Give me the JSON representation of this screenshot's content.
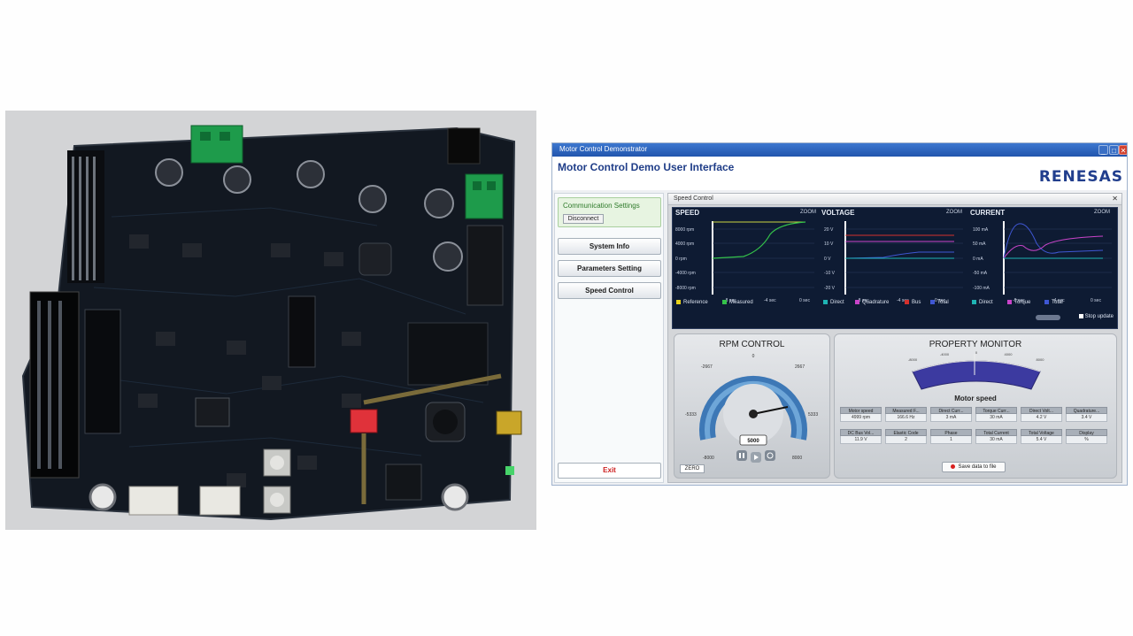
{
  "window": {
    "title": "Motor Control Demonstrator",
    "app_title": "Motor Control Demo User Interface",
    "logo": "RENESAS",
    "controls": {
      "minimize": "_",
      "maximize": "□",
      "close": "✕"
    }
  },
  "sidebar": {
    "comm_label": "Communication Settings",
    "disconnect": "Disconnect",
    "items": [
      {
        "label": "System Info"
      },
      {
        "label": "Parameters Setting"
      },
      {
        "label": "Speed Control"
      }
    ],
    "exit": "Exit"
  },
  "panel": {
    "title": "Speed Control",
    "close": "✕"
  },
  "charts": {
    "speed": {
      "title": "SPEED",
      "zoom": "ZOOM",
      "yticks": [
        "8000 rpm",
        "4000 rpm",
        "0 rpm",
        "-4000 rpm",
        "-8000 rpm"
      ],
      "xticks": [
        "-8 sec",
        "-4 sec",
        "0 sec"
      ],
      "legend": [
        "Reference",
        "Measured"
      ],
      "legend_colors": [
        "#e8d21a",
        "#34c24a"
      ]
    },
    "voltage": {
      "title": "VOLTAGE",
      "zoom": "ZOOM",
      "yticks": [
        "20 V",
        "10 V",
        "0 V",
        "-10 V",
        "-20 V"
      ],
      "xticks": [
        "-8 sec",
        "-4 sec",
        "0 sec"
      ],
      "legend": [
        "Direct",
        "Quadrature",
        "Bus",
        "Total"
      ],
      "legend_colors": [
        "#1fb4b4",
        "#c944c9",
        "#d4302c",
        "#3f57d4"
      ]
    },
    "current": {
      "title": "CURRENT",
      "zoom": "ZOOM",
      "yticks": [
        "100 mA",
        "50 mA",
        "0 mA",
        "-50 mA",
        "-100 mA"
      ],
      "xticks": [
        "-8 sec",
        "-4 sec",
        "0 sec"
      ],
      "legend": [
        "Direct",
        "Torque",
        "Total"
      ],
      "legend_colors": [
        "#1fb4b4",
        "#c944c9",
        "#3f57d4"
      ]
    },
    "stop_update": "Stop update"
  },
  "rpm_control": {
    "title": "RPM CONTROL",
    "ticks": [
      "0",
      "2667",
      "5333",
      "8000",
      "-2667",
      "-5333",
      "-8000"
    ],
    "value": "5000",
    "zero_btn": "ZERO"
  },
  "property_monitor": {
    "title": "PROPERTY MONITOR",
    "gauge_label": "Motor speed",
    "gauge_ticks": [
      "-8000",
      "-4000",
      "0",
      "4000",
      "8000"
    ],
    "row1": [
      {
        "k": "Motor speed",
        "v": "4999 rpm"
      },
      {
        "k": "Measured F...",
        "v": "166.6 Hz"
      },
      {
        "k": "Direct Curr...",
        "v": "3 mA"
      },
      {
        "k": "Torque Curr...",
        "v": "30 mA"
      },
      {
        "k": "Direct Volt...",
        "v": "4.2 V"
      },
      {
        "k": "Quadrature...",
        "v": "3.4 V"
      }
    ],
    "row2": [
      {
        "k": "DC Bus Vol...",
        "v": "11.9 V"
      },
      {
        "k": "Elastic Code",
        "v": "2"
      },
      {
        "k": "Phase",
        "v": "1"
      },
      {
        "k": "Total Current",
        "v": "30 mA"
      },
      {
        "k": "Total Voltage",
        "v": "5.4 V"
      },
      {
        "k": "Display",
        "v": "%"
      }
    ],
    "save_btn": "Save data to file"
  }
}
